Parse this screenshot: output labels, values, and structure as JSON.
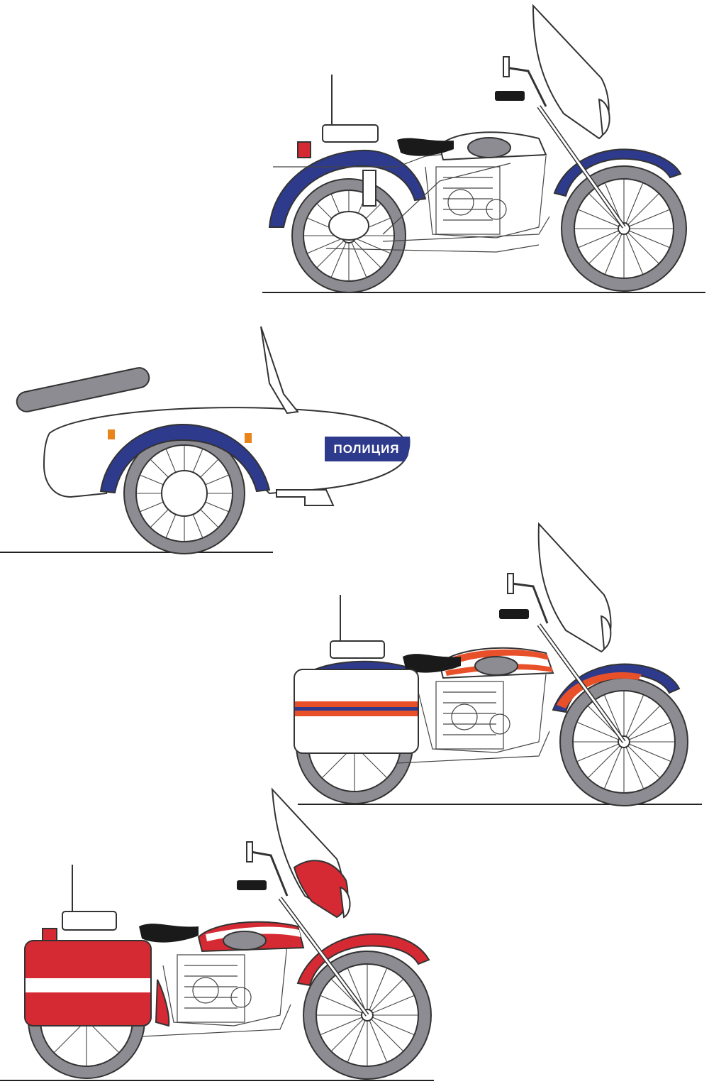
{
  "sidecar": {
    "door_label": "ПОЛИЦИЯ"
  },
  "colors": {
    "police_blue": "#2e3a8c",
    "emergency_orange": "#e8502a",
    "fire_red": "#d52a33",
    "tire_gray": "#8c8c92",
    "seat_black": "#1a1a1a",
    "body_white": "#ffffff"
  },
  "illustrations": [
    {
      "id": "police-motorcycle",
      "livery": "white-blue"
    },
    {
      "id": "police-sidecar",
      "livery": "white-blue"
    },
    {
      "id": "emergency-motorcycle",
      "livery": "white-orange-blue"
    },
    {
      "id": "fire-motorcycle",
      "livery": "red-white"
    }
  ]
}
